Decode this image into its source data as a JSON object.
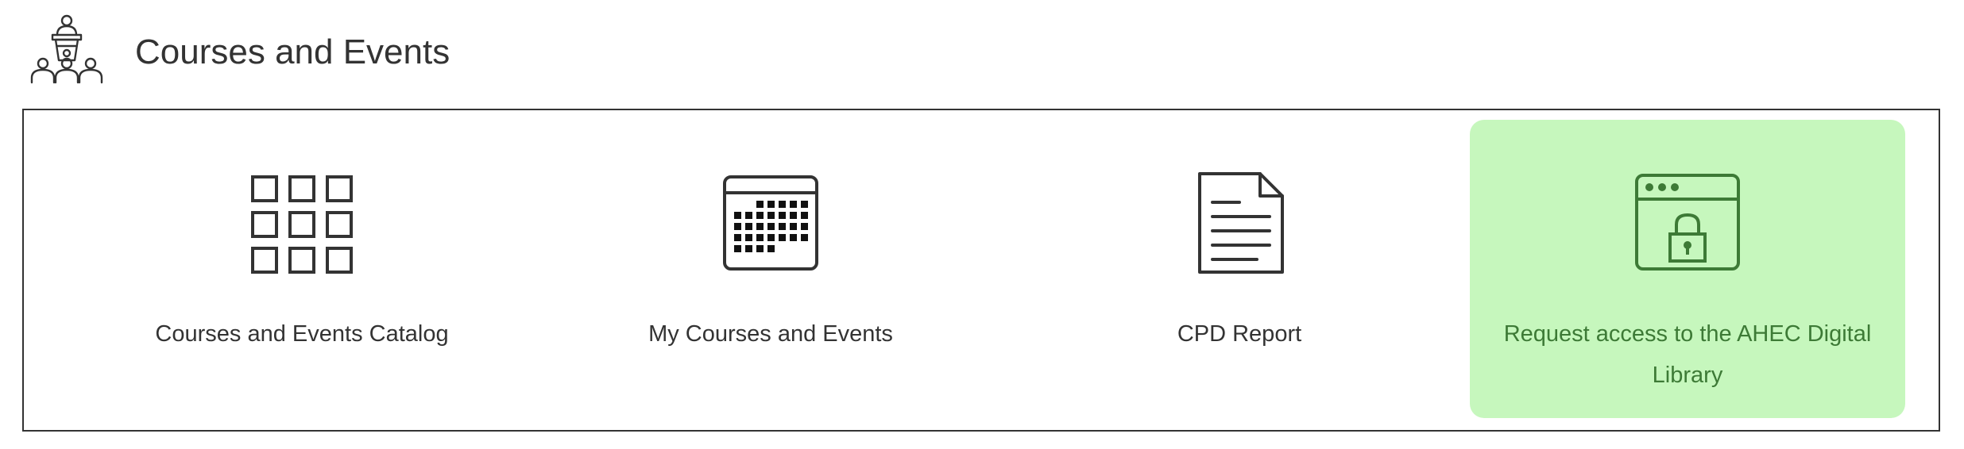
{
  "header": {
    "title": "Courses and Events",
    "icon": "presenter-audience-icon"
  },
  "tiles": [
    {
      "label": "Courses and Events Catalog",
      "icon": "grid-icon",
      "highlighted": false
    },
    {
      "label": "My Courses and Events",
      "icon": "calendar-icon",
      "highlighted": false
    },
    {
      "label": "CPD Report",
      "icon": "document-icon",
      "highlighted": false
    },
    {
      "label": "Request access to the AHEC Digital Library",
      "icon": "locked-browser-icon",
      "highlighted": true
    }
  ],
  "colors": {
    "text": "#333333",
    "highlight_bg": "#c6f7bd",
    "highlight_text": "#3d7a36",
    "border": "#333333"
  }
}
